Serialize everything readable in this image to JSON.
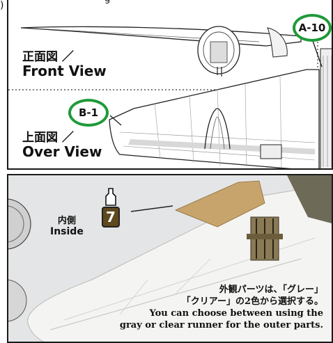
{
  "top_cut_text": "g     ",
  "corner_paren": ")",
  "front_view": {
    "jp": "正面図 ／",
    "en": "Front View"
  },
  "over_view": {
    "jp": "上面図 ／",
    "en": "Over View"
  },
  "callouts": {
    "a10": "A-10",
    "b1": "B-1"
  },
  "inside": {
    "jp": "内側",
    "en": "Inside"
  },
  "paint_number": "7",
  "note": {
    "line1": "外観パーツは、「グレー」",
    "line2": "「クリアー」の2色から選択する。",
    "line3": "You can choose between using the",
    "line4": "gray or clear runner for the outer parts."
  },
  "colors": {
    "callout_ring": "#1f9a3a",
    "paint_chip": "#5e4a1f",
    "photo_bg": "#e9eaea"
  }
}
